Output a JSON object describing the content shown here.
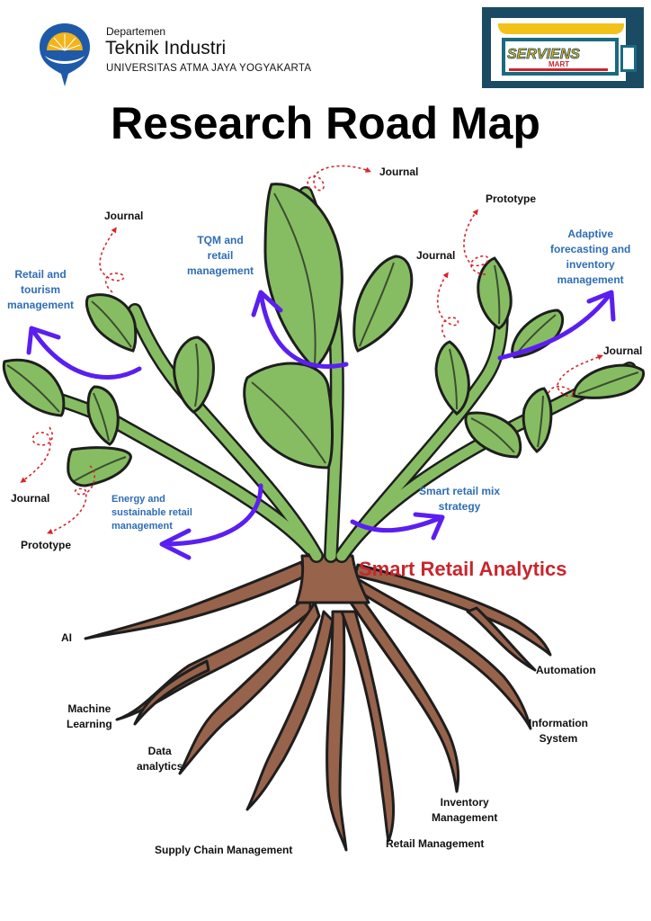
{
  "header": {
    "department_label": "Departemen",
    "department_name": "Teknik Industri",
    "university": "UNIVERSITAS ATMA JAYA YOGYAKARTA",
    "university_logo_icon": "university-crest-icon",
    "partner_logo_icon": "serviens-mart-logo-icon",
    "partner_logo_text": "SERVIENS",
    "partner_logo_subtext": "MART"
  },
  "title": "Research Road Map",
  "core_topic": "Smart Retail Analytics",
  "research_themes": [
    {
      "id": "retail-tourism",
      "lines": [
        "Retail and",
        "tourism",
        "management"
      ]
    },
    {
      "id": "tqm-retail",
      "lines": [
        "TQM and",
        "retail",
        "management"
      ]
    },
    {
      "id": "adaptive-forecasting",
      "lines": [
        "Adaptive",
        "forecasting and",
        "inventory",
        "management"
      ]
    },
    {
      "id": "energy-sustainable",
      "lines": [
        "Energy and",
        "sustainable retail",
        "management"
      ]
    },
    {
      "id": "smart-retail-mix",
      "lines": [
        "Smart retail mix",
        "strategy"
      ]
    }
  ],
  "outputs": [
    {
      "id": "out-1",
      "label": "Journal"
    },
    {
      "id": "out-2",
      "label": "Journal"
    },
    {
      "id": "out-3",
      "label": "Prototype"
    },
    {
      "id": "out-4",
      "label": "Journal"
    },
    {
      "id": "out-5",
      "label": "Journal"
    },
    {
      "id": "out-6",
      "label": "Journal"
    },
    {
      "id": "out-7",
      "label": "Prototype"
    }
  ],
  "roots": [
    {
      "id": "ai",
      "lines": [
        "AI"
      ]
    },
    {
      "id": "machine-learning",
      "lines": [
        "Machine",
        "Learning"
      ]
    },
    {
      "id": "data-analytics",
      "lines": [
        "Data",
        "analytics"
      ]
    },
    {
      "id": "supply-chain",
      "lines": [
        "Supply Chain Management"
      ]
    },
    {
      "id": "retail-management",
      "lines": [
        "Retail Management"
      ]
    },
    {
      "id": "inventory-management",
      "lines": [
        "Inventory",
        "Management"
      ]
    },
    {
      "id": "information-system",
      "lines": [
        "Information",
        "System"
      ]
    },
    {
      "id": "automation",
      "lines": [
        "Automation"
      ]
    }
  ],
  "colors": {
    "leaf": "#86bd62",
    "stem": "#86bd62",
    "root": "#98634b",
    "outline": "#1e1e1e",
    "theme_arrow": "#5a1ff0",
    "output_arrow": "#d3262c",
    "theme_text": "#2e6db5",
    "core_text": "#c9252c"
  }
}
